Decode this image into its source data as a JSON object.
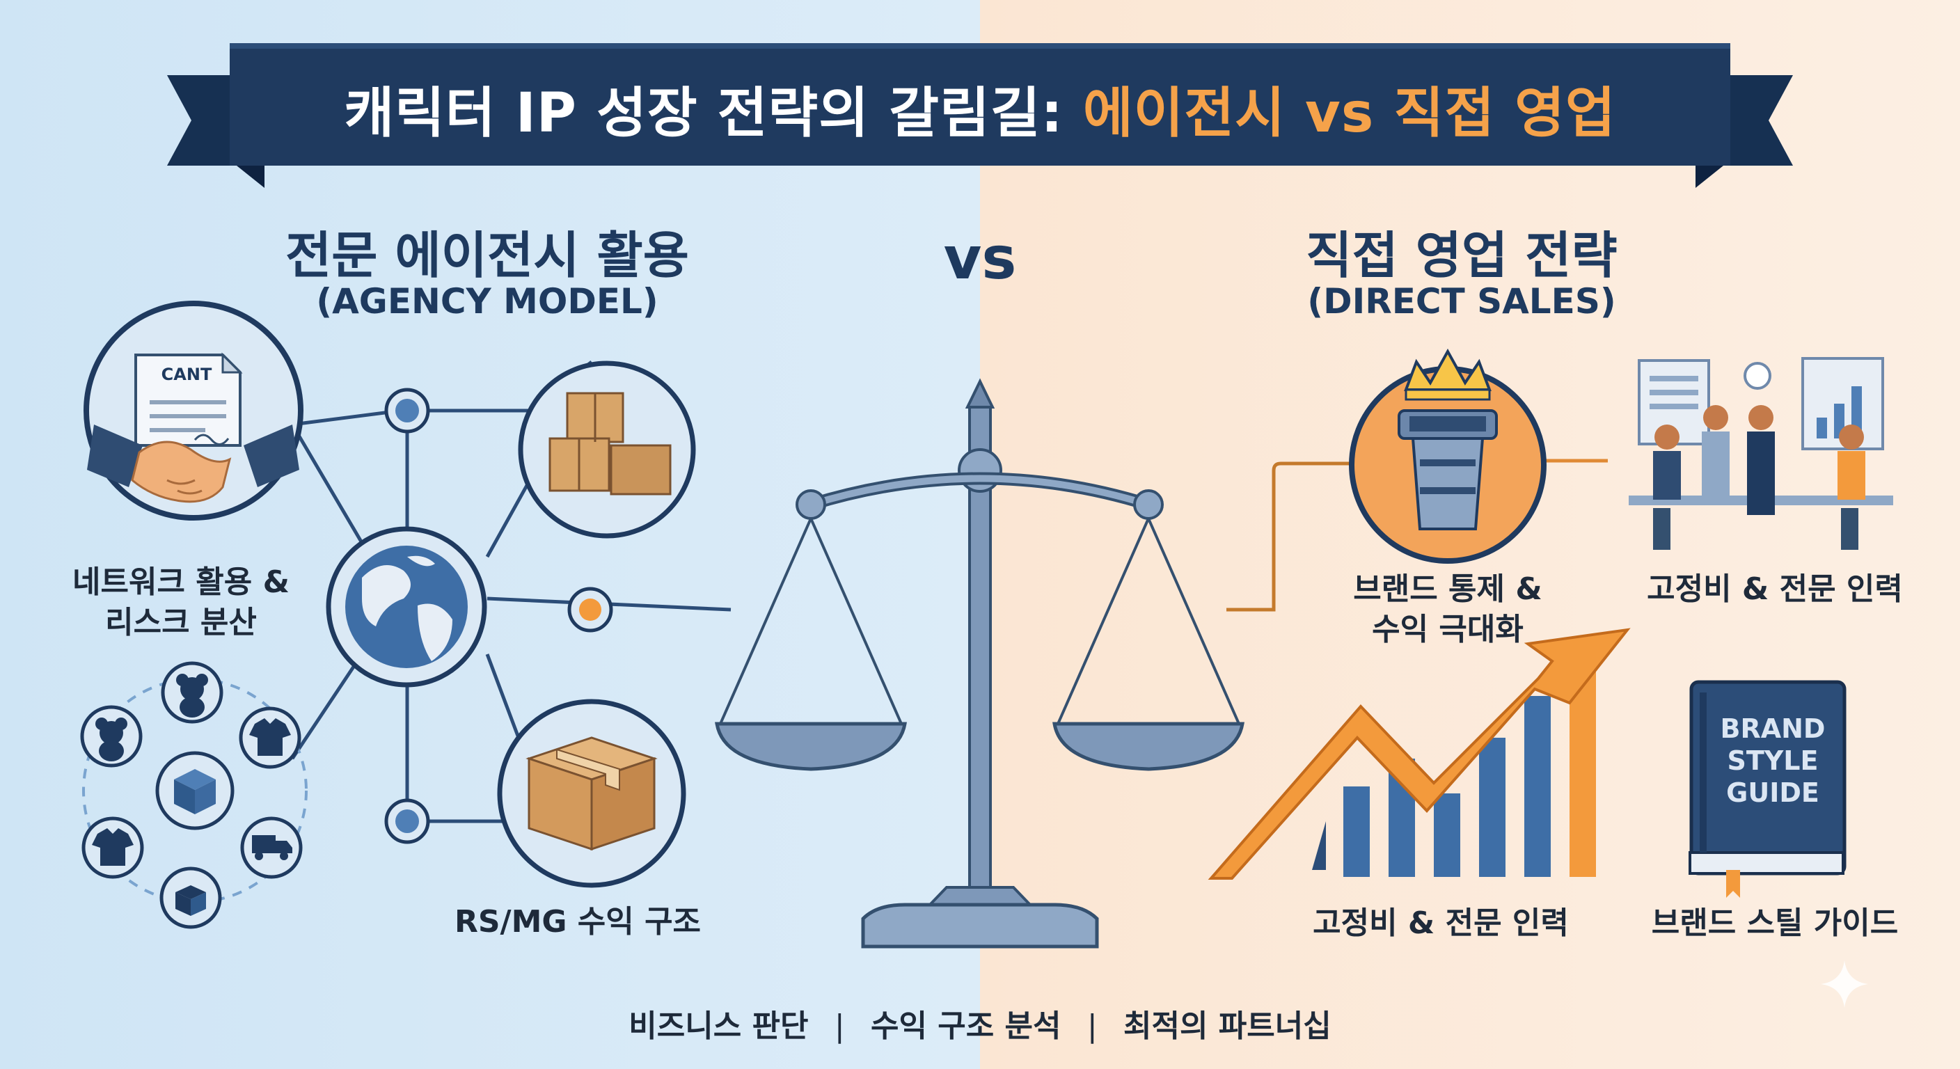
{
  "title": {
    "prefix": "캐릭터 IP 성장 전략의 갈림길: ",
    "accent": "에이전시 vs 직접 영업"
  },
  "left": {
    "heading": "전문 에이전시 활용",
    "subheading": "(AGENCY MODEL)",
    "contract_text": "CANT",
    "labels": {
      "network": "네트워크 활용 &\n리스크 분산",
      "revenue": "RS/MG 수익 구조"
    }
  },
  "center": {
    "vs": "vs"
  },
  "right": {
    "heading": "직접 영업 전략",
    "subheading": "(DIRECT SALES)",
    "labels": {
      "brand_control": "브랜드 통제 &\n수익 극대화",
      "fixed_cost_top": "고정비 & 전문 인력",
      "fixed_cost_bottom": "고정비 & 전문 인력",
      "style_guide": "브랜드 스틸 가이드"
    },
    "book_text": [
      "BRAND",
      "STYLE",
      "GUIDE"
    ]
  },
  "footer": {
    "items": [
      "비즈니스 판단",
      "수익 구조 분석",
      "최적의 파트너십"
    ],
    "separator": "|"
  },
  "colors": {
    "left_bg": "#d6e9f6",
    "right_bg": "#fbe9da",
    "banner": "#1f3a5f",
    "accent_orange": "#f39a3c",
    "navy": "#1e3a5f",
    "steel": "#6f89ab"
  },
  "icons": [
    "handshake-icon",
    "contract-icon",
    "boxes-icon",
    "globe-icon",
    "box-icon",
    "teddy-bear-icon",
    "tshirt-icon",
    "truck-icon",
    "open-box-icon",
    "scale-icon",
    "crown-icon",
    "tower-icon",
    "meeting-icon",
    "growth-arrow-icon",
    "book-icon",
    "sparkle-icon"
  ]
}
